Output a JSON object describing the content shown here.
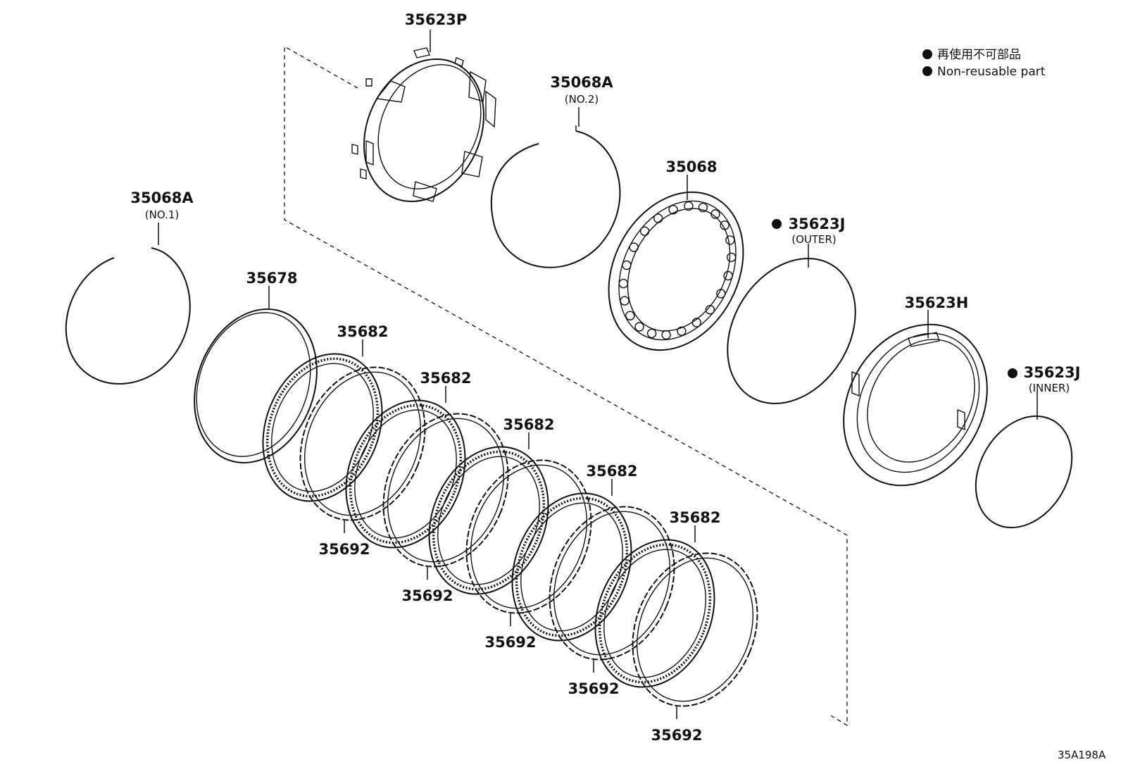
{
  "diagram_code": "35A198A",
  "legend": {
    "jp": "再使用不可部品",
    "en": "Non-reusable part"
  },
  "parts": {
    "p35623P": "35623P",
    "p35068A_no2": "35068A",
    "no2": "(NO.2)",
    "p35068": "35068",
    "p35623J_outer": "35623J",
    "outer": "(OUTER)",
    "p35623H": "35623H",
    "p35623J_inner": "35623J",
    "inner": "(INNER)",
    "p35068A_no1": "35068A",
    "no1": "(NO.1)",
    "p35678": "35678",
    "friction": [
      "35682",
      "35682",
      "35682",
      "35682",
      "35682"
    ],
    "steel": [
      "35692",
      "35692",
      "35692",
      "35692",
      "35692"
    ]
  },
  "icons": [
    "bullet-icon"
  ]
}
